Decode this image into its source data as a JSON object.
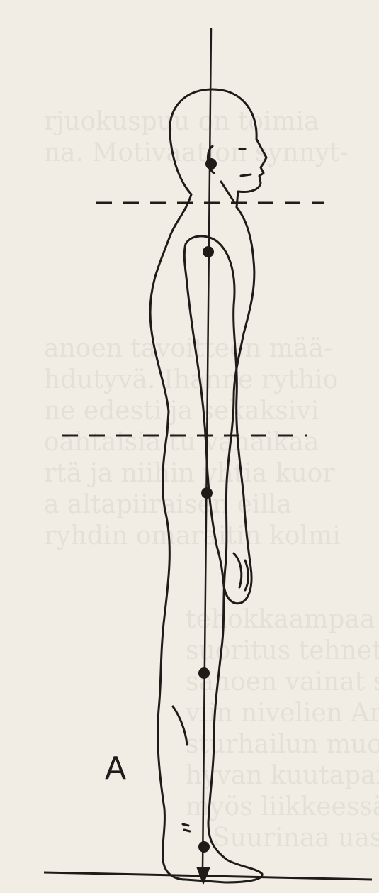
{
  "figure": {
    "label": "A",
    "colors": {
      "background": "#f1ede5",
      "ink": "#1e1b18",
      "bleed_text": "#c8c0b6"
    }
  },
  "bleed_through": {
    "top": [
      "rjuokuspuu on toimia",
      "na. Motivaation synnyt-"
    ],
    "middle": [
      "anoen tavoitteen mää-",
      "hdutyvä. Ihanne rythio",
      "ne edesti ja sekaksivi",
      "oahtaisia tu vanaikaa",
      "rtä ja niihin yhtia kuor",
      "a altapiiraisen eilla",
      "ryhdin omaraitin kolmi"
    ],
    "lower": [
      "tehokkaampaa vanunoris",
      "suoritus tehnetun kun v",
      "sanoen vainat suunlaiin",
      "viin nivelien Arvostelut",
      "sturhailun muodot sekä",
      "hyvan kuutapaino näkyy",
      "myös liikkeessä ja lisää su",
      "Suurinaa uaskanto"
    ]
  }
}
